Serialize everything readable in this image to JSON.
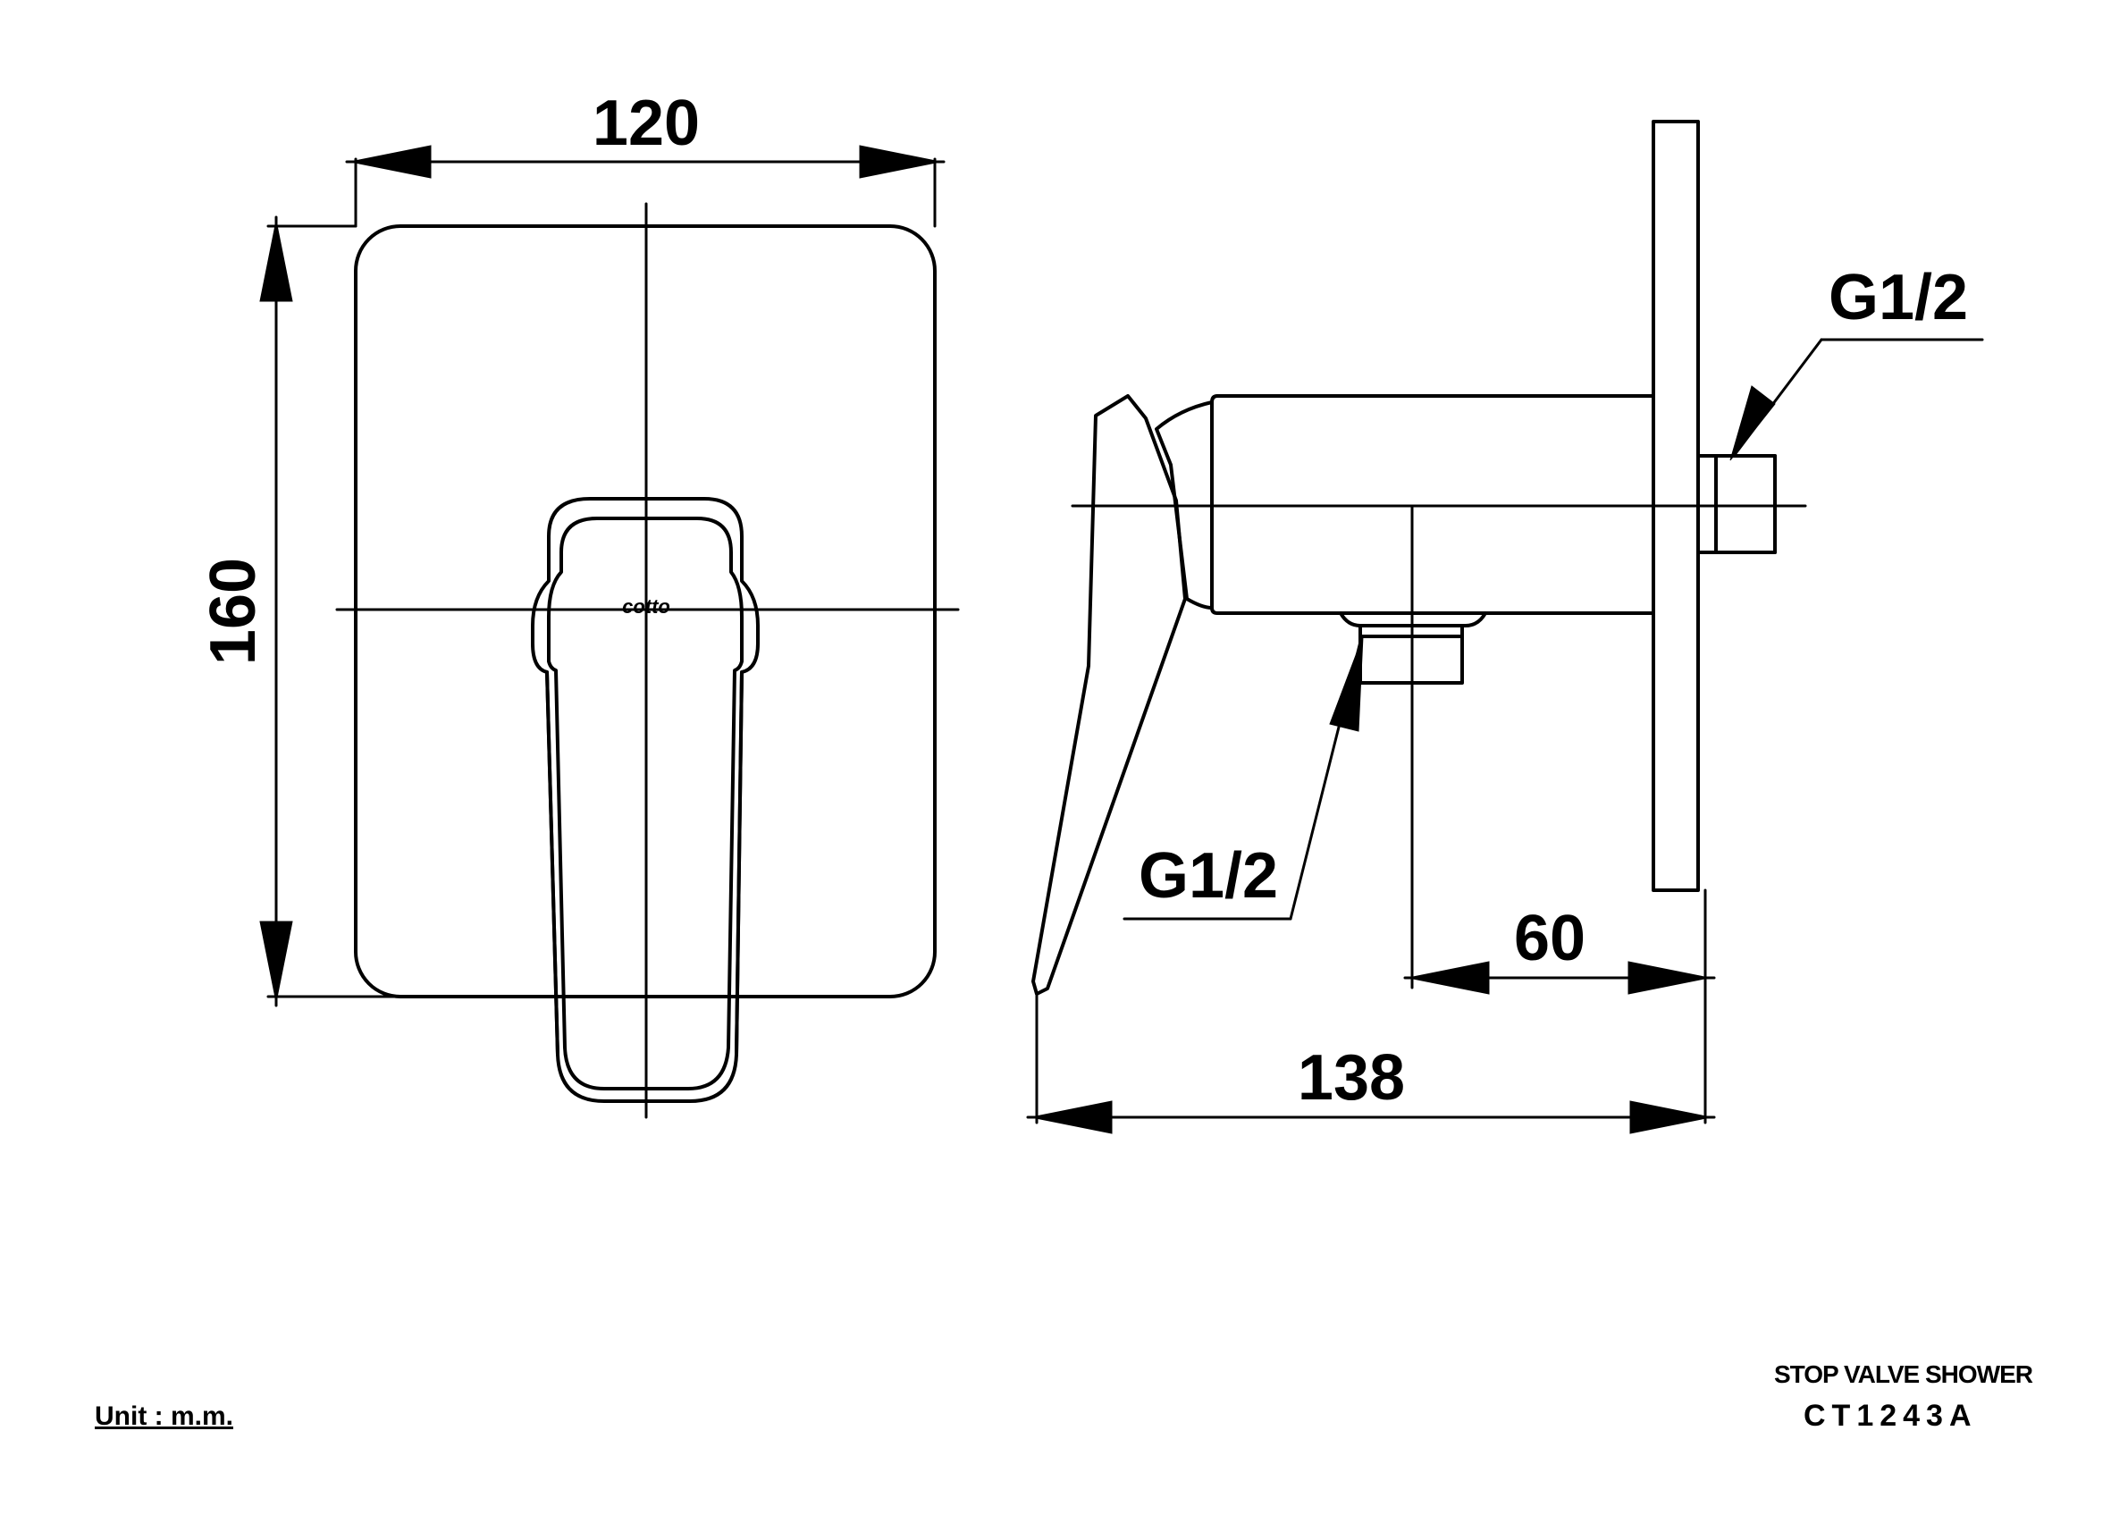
{
  "front_view": {
    "width_dim": "120",
    "height_dim": "160",
    "logo_text": "cotto"
  },
  "side_view": {
    "thread_top": "G1/2",
    "thread_bottom": "G1/2",
    "depth_dim": "60",
    "total_dim": "138"
  },
  "footer": {
    "unit": "Unit : m.m.",
    "product_name": "STOP VALVE SHOWER",
    "model_code": "CT1243A"
  }
}
